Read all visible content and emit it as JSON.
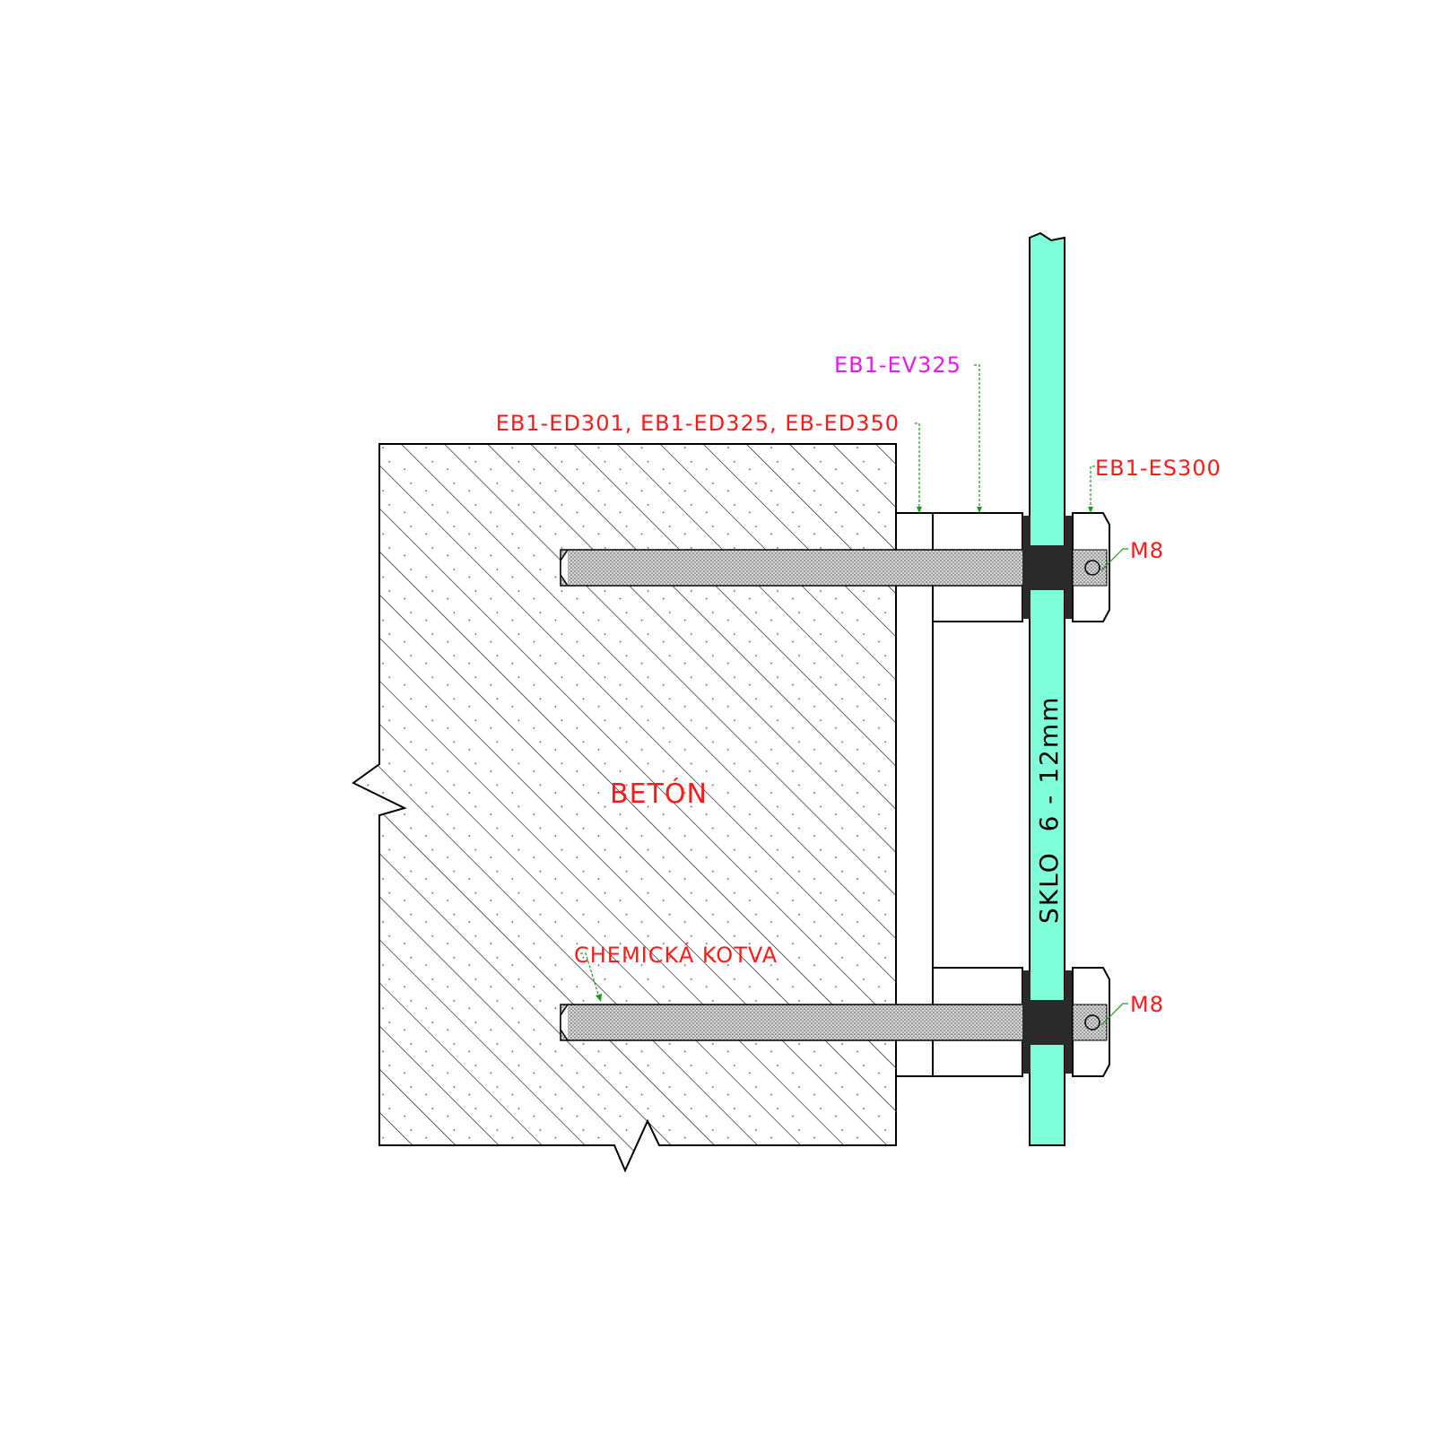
{
  "labels": {
    "spacer": "EB1-ED301, EB1-ED325, EB-ED350",
    "holder": "EB1-EV325",
    "cap": "EB1-ES300",
    "bolt_top": "M8",
    "bolt_bottom": "M8",
    "concrete": "BETÓN",
    "anchor": "CHEMICKÁ KOTVA",
    "glass": "SKLO  6 - 12mm"
  },
  "colors": {
    "label_red": "#ff1a1a",
    "label_magenta": "#e619e6",
    "glass_fill": "#7fffd9",
    "gasket": "#2a2a2a",
    "leader": "#1a9a1a"
  }
}
